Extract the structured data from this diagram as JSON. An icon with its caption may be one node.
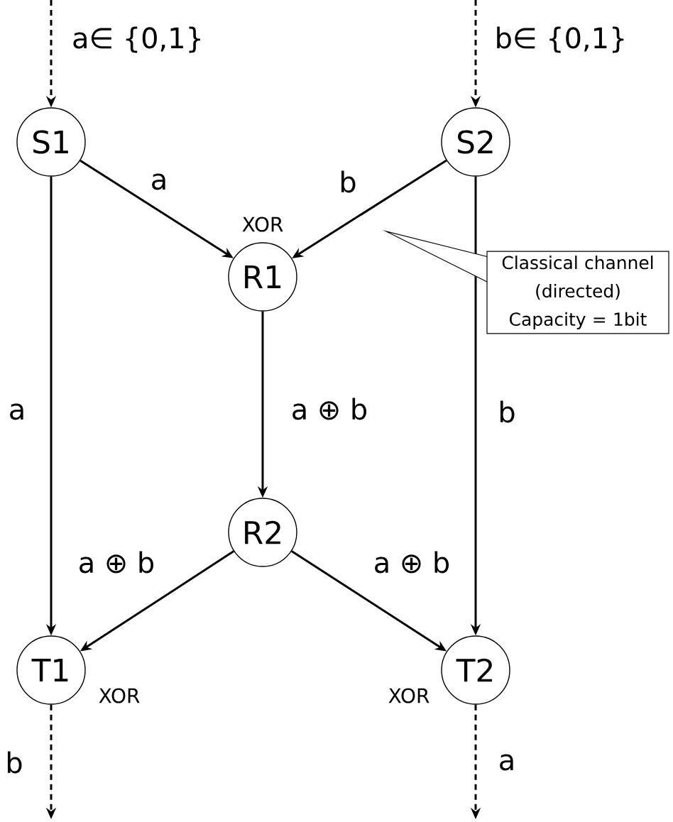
{
  "diagram": {
    "nodes": [
      {
        "text": [
          "S1"
        ]
      },
      {
        "text": [
          "S2"
        ]
      },
      {
        "text": [
          "R1"
        ],
        "beside": [
          "XOR"
        ]
      },
      {
        "text": [
          "R2"
        ]
      },
      {
        "text": [
          "T1"
        ],
        "beside": [
          "XOR"
        ]
      },
      {
        "text": [
          "T2"
        ],
        "beside": [
          "XOR"
        ]
      },
      {
        "text": [
          "Classical channel (directed) Capacity = 1bit"
        ]
      }
    ],
    "edges": [
      {
        "from": null,
        "to": 0,
        "arrow": "to",
        "style": "dashed",
        "label": "a∈ {0,1}"
      },
      {
        "from": null,
        "to": 1,
        "arrow": "to",
        "style": "dashed",
        "label": "b∈ {0,1}"
      },
      {
        "from": 0,
        "to": 2,
        "arrow": "to",
        "label": "a"
      },
      {
        "from": 1,
        "to": 2,
        "arrow": "to",
        "label": "b"
      },
      {
        "from": 0,
        "to": 4,
        "arrow": "to",
        "label": "a"
      },
      {
        "from": 1,
        "to": 5,
        "arrow": "to",
        "label": "b"
      },
      {
        "from": 2,
        "to": 3,
        "arrow": "to",
        "label": "a ⊕ b"
      },
      {
        "from": 3,
        "to": 4,
        "arrow": "to",
        "label": "a ⊕ b"
      },
      {
        "from": 3,
        "to": 5,
        "arrow": "to",
        "label": "a ⊕ b"
      },
      {
        "from": 4,
        "to": null,
        "arrow": "to",
        "style": "dashed",
        "label": "b"
      },
      {
        "from": 5,
        "to": null,
        "arrow": "to",
        "style": "dashed",
        "label": "a"
      }
    ]
  }
}
